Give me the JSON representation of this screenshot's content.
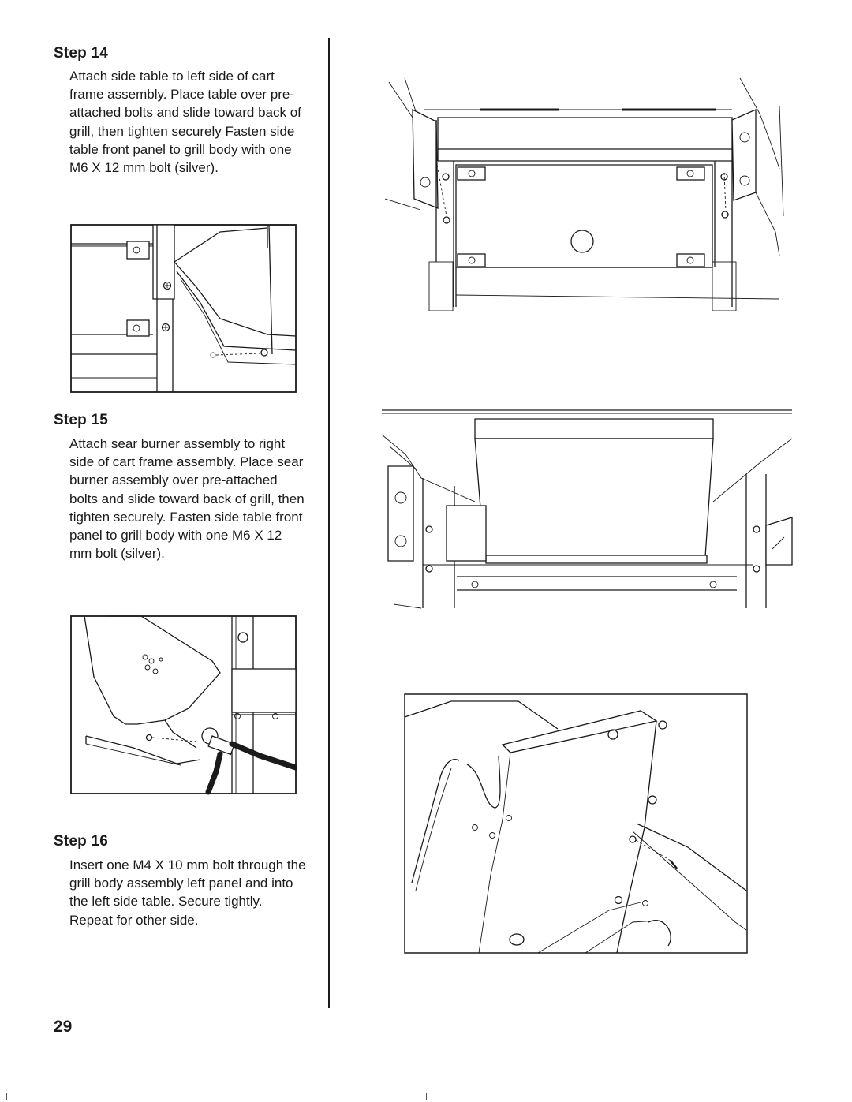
{
  "steps": [
    {
      "title": "Step 14",
      "text": "Attach side table to left side of cart frame assembly. Place table over pre-attached bolts and slide toward back of grill, then tighten securely Fasten side table front panel to grill body with one M6 X 12 mm bolt (silver)."
    },
    {
      "title": "Step 15",
      "text": "Attach sear burner assembly to right side of cart frame assembly. Place sear burner assembly over pre-attached bolts and slide toward back of grill, then tighten securely. Fasten side table front panel to grill body with one M6 X 12 mm bolt (silver)."
    },
    {
      "title": "Step 16",
      "text": "Insert one M4 X 10 mm bolt through the grill body assembly left panel and into the left side table. Secure tightly. Repeat for other side."
    }
  ],
  "page_number": "29",
  "colors": {
    "ink": "#1a1a1a",
    "paper": "#ffffff"
  }
}
